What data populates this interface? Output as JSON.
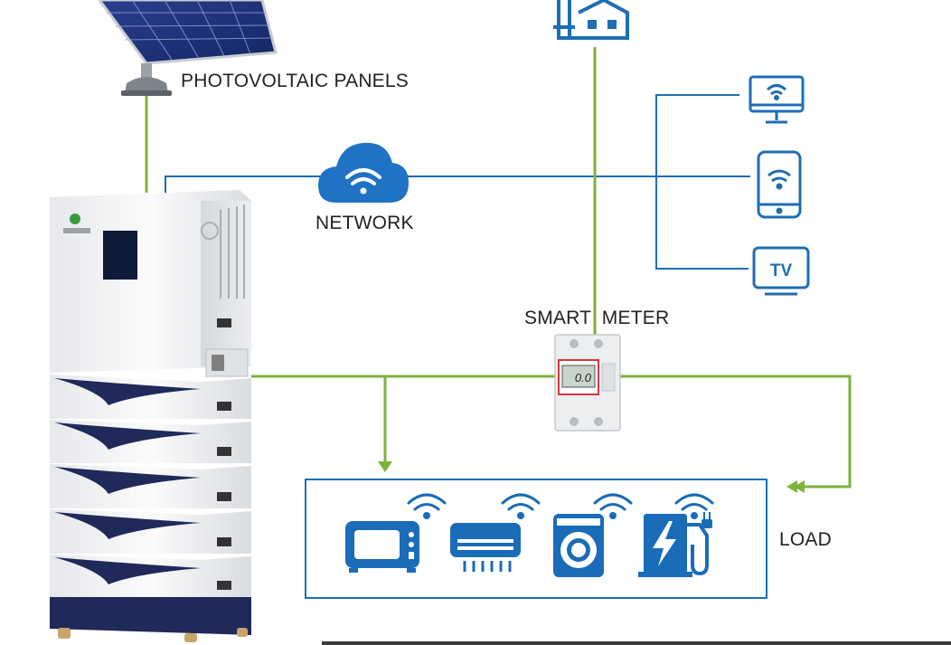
{
  "labels": {
    "photovoltaic_panels": "PHOTOVOLTAIC PANELS",
    "network": "NETWORK",
    "smart_meter": "SMART  METER",
    "load": "LOAD",
    "tv": "TV",
    "meter_reading": "0.0"
  },
  "colors": {
    "power_line": "#7db33a",
    "data_line": "#1e6eb5",
    "icon_blue": "#1a6cb8",
    "battery_navy": "#1f2a5a",
    "cabinet_white": "#f1f2f4"
  },
  "icons": [
    "solar-panel-icon",
    "grid-tower-icon",
    "cloud-wifi-icon",
    "monitor-wifi-icon",
    "phone-wifi-icon",
    "tv-icon",
    "microwave-icon",
    "air-conditioner-icon",
    "washing-machine-icon",
    "ev-charger-icon",
    "wifi-icon"
  ]
}
